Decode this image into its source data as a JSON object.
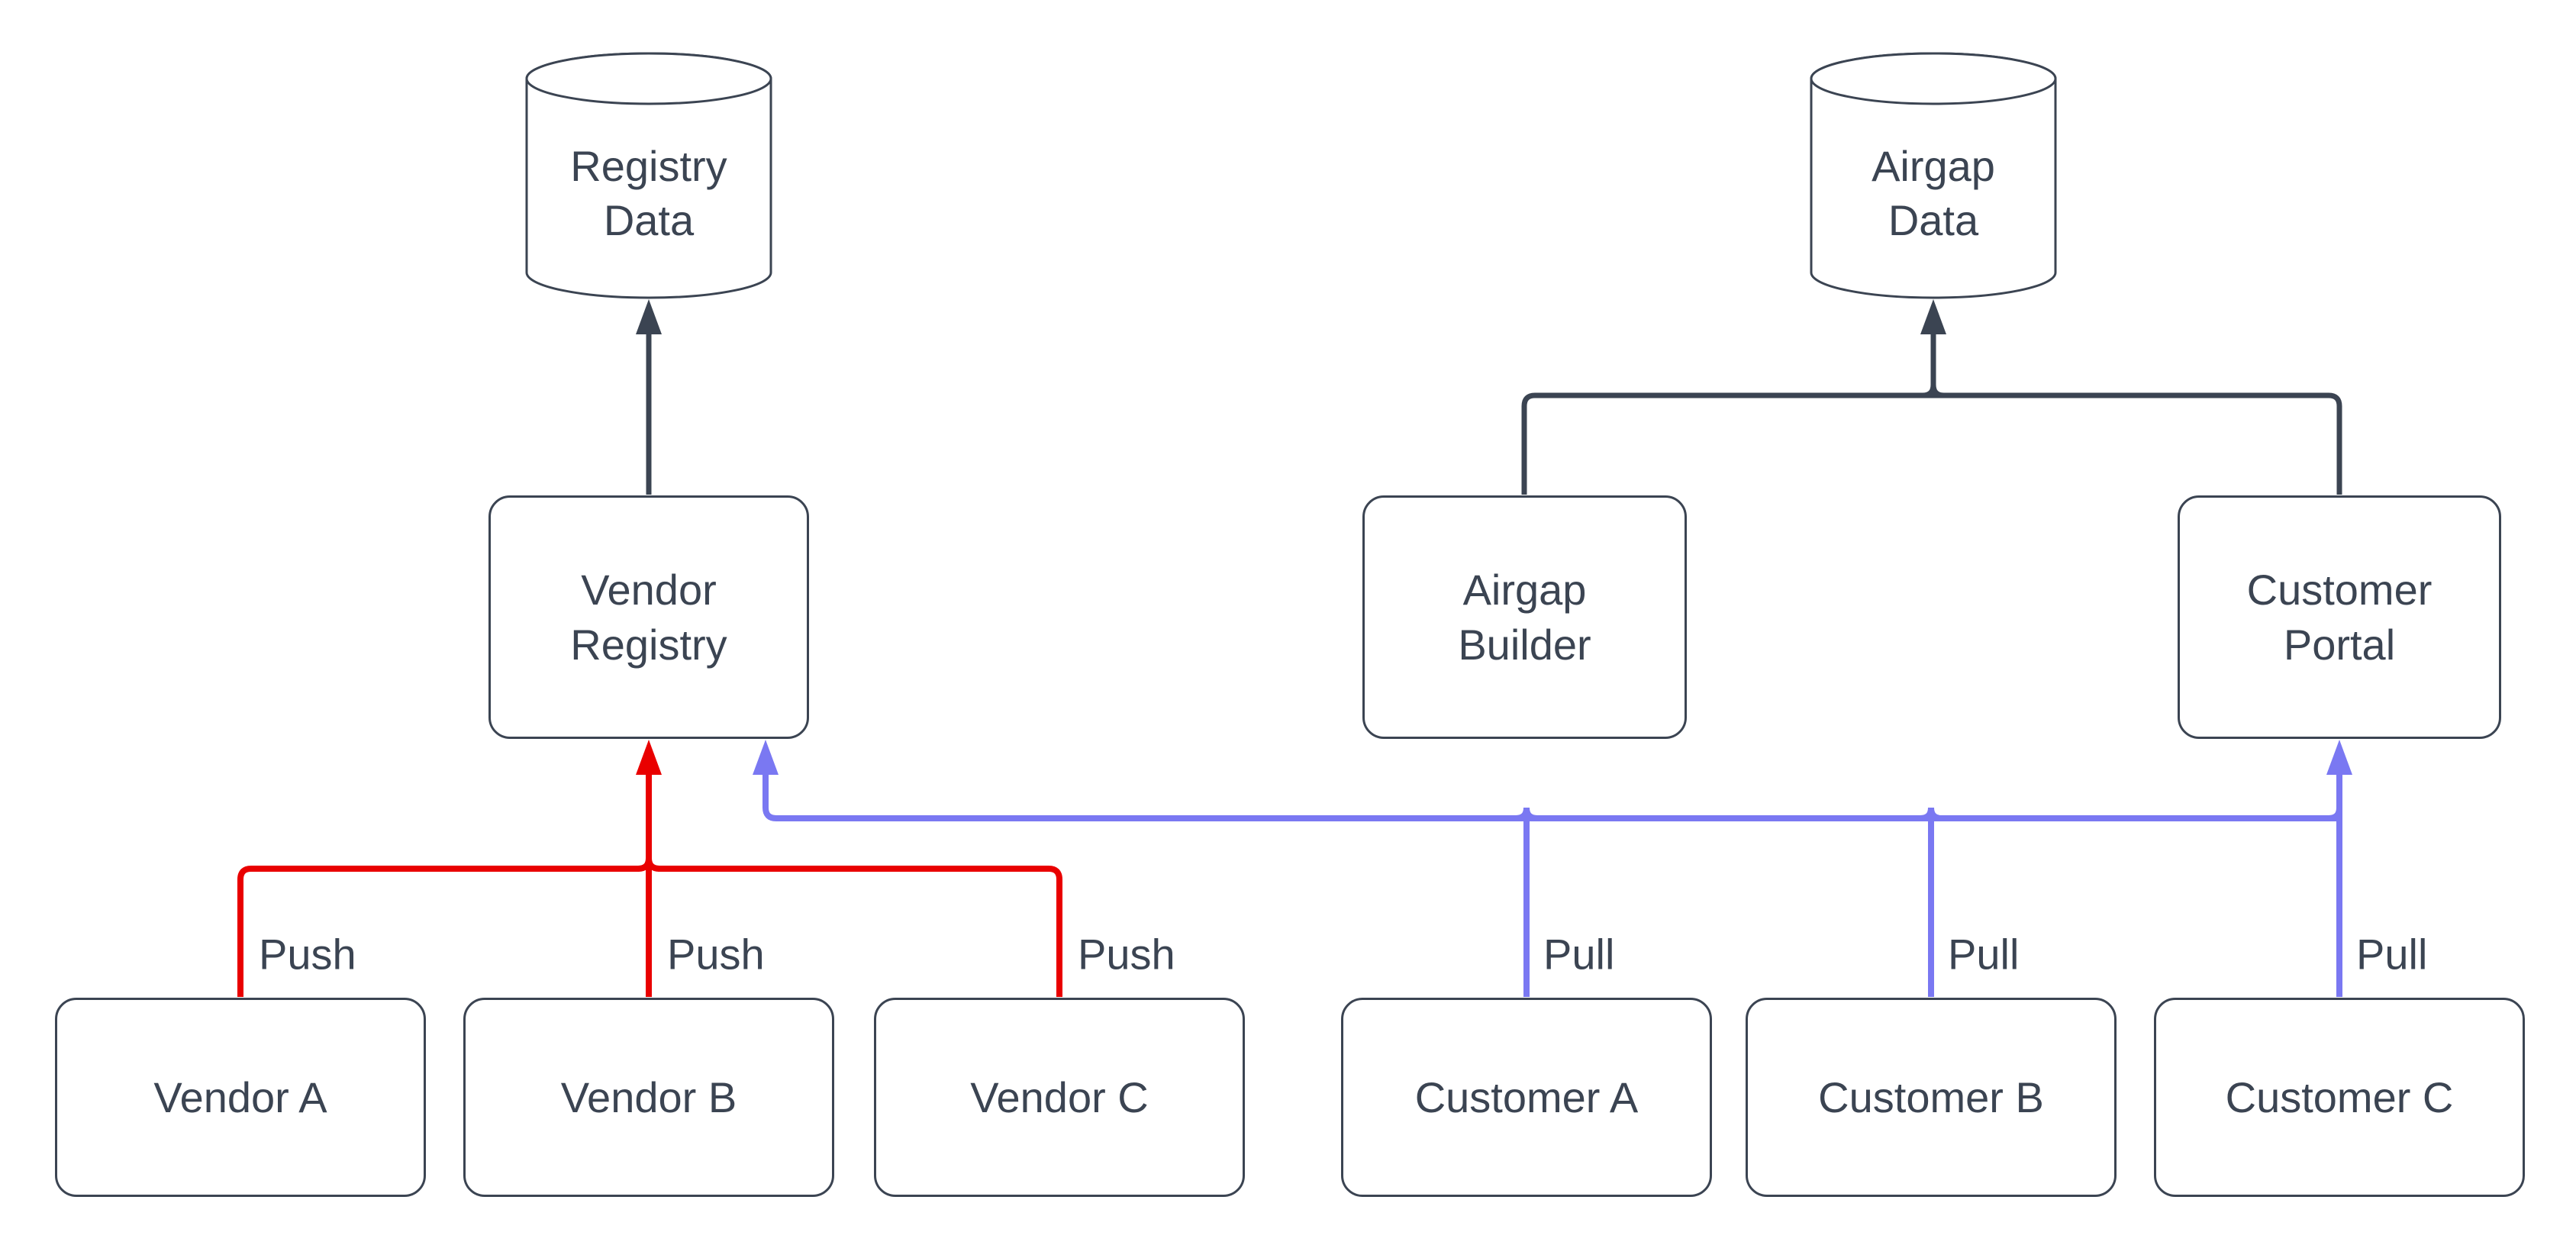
{
  "diagram": {
    "colors": {
      "push_edge": "#e90000",
      "pull_edge": "#7a78f2",
      "flow_edge": "#3b4452",
      "node_border": "#3b4452",
      "node_fill": "#ffffff",
      "text": "#3b4452",
      "background": "#ffffff"
    },
    "nodes": {
      "registry_data": {
        "line1": "Registry",
        "line2": "Data",
        "shape": "cylinder"
      },
      "airgap_data": {
        "line1": "Airgap",
        "line2": "Data",
        "shape": "cylinder"
      },
      "vendor_registry": {
        "line1": "Vendor",
        "line2": "Registry",
        "shape": "rect"
      },
      "airgap_builder": {
        "line1": "Airgap",
        "line2": "Builder",
        "shape": "rect"
      },
      "customer_portal": {
        "line1": "Customer",
        "line2": "Portal",
        "shape": "rect"
      },
      "vendor_a": {
        "label": "Vendor A",
        "shape": "rect"
      },
      "vendor_b": {
        "label": "Vendor B",
        "shape": "rect"
      },
      "vendor_c": {
        "label": "Vendor C",
        "shape": "rect"
      },
      "customer_a": {
        "label": "Customer A",
        "shape": "rect"
      },
      "customer_b": {
        "label": "Customer B",
        "shape": "rect"
      },
      "customer_c": {
        "label": "Customer C",
        "shape": "rect"
      }
    },
    "edge_labels": {
      "push_a": "Push",
      "push_b": "Push",
      "push_c": "Push",
      "pull_a": "Pull",
      "pull_b": "Pull",
      "pull_c": "Pull"
    }
  }
}
